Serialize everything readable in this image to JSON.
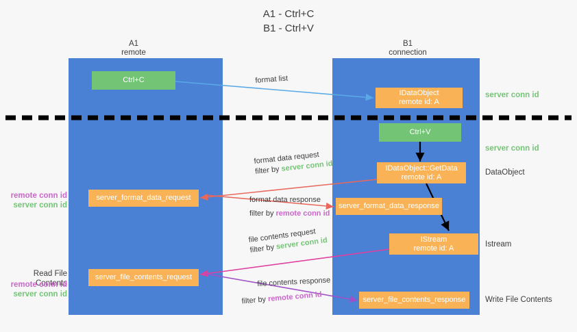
{
  "title": {
    "line1": "A1 - Ctrl+C",
    "line2": "B1 - Ctrl+V"
  },
  "colors": {
    "lane": "#4a81d4",
    "green_box": "#74c476",
    "orange_box": "#f9b356",
    "green_text": "#74c476",
    "purple_text": "#cc66cc",
    "background": "#f7f7f7",
    "divider": "#000000",
    "arrow_blue": "#5aa9e6",
    "arrow_red": "#e8685d",
    "arrow_pink": "#e040a0",
    "arrow_purple": "#a050c8",
    "arrow_black": "#000000"
  },
  "lanes": [
    {
      "name": "A1",
      "sub": "remote"
    },
    {
      "name": "B1",
      "sub": "connection"
    }
  ],
  "boxes": {
    "ctrl_c": {
      "line1": "Ctrl+C",
      "line2": ""
    },
    "ctrl_v": {
      "line1": "Ctrl+V",
      "line2": ""
    },
    "idataobject": {
      "line1": "IDataObject",
      "line2": "remote id: A"
    },
    "getdata": {
      "line1": "IDataObject::GetData",
      "line2": "remote id: A"
    },
    "istream": {
      "line1": "IStream",
      "line2": "remote id: A"
    },
    "server_format_data_request": {
      "line1": "server_format_data_request",
      "line2": ""
    },
    "server_format_data_response": {
      "line1": "server_format_data_response",
      "line2": ""
    },
    "server_file_contents_request": {
      "line1": "server_file_contents_request",
      "line2": ""
    },
    "server_file_contents_response": {
      "line1": "server_file_contents_response",
      "line2": ""
    }
  },
  "right_labels": {
    "server_conn_id_1": "server conn id",
    "server_conn_id_2": "server conn id",
    "dataobject": "DataObject",
    "istream": "Istream",
    "write_file_contents": "Write File Contents"
  },
  "left_labels": {
    "remote_conn_id_1": "remote conn id",
    "server_conn_id_1": "server conn id",
    "read_file_contents": "Read File Contents",
    "remote_conn_id_2": "remote conn id",
    "server_conn_id_2": "server conn id"
  },
  "annotations": {
    "format_list": "format list",
    "format_data_request": "format data request",
    "format_data_request_filter_prefix": "filter by ",
    "format_data_request_filter_key": "server conn id",
    "format_data_response": "format data response",
    "format_data_response_filter_prefix": "filter by ",
    "format_data_response_filter_key": "remote conn id",
    "file_contents_request": "file contents request",
    "file_contents_request_filter_prefix": "filter by ",
    "file_contents_request_filter_key": "server conn id",
    "file_contents_response": "file contents response",
    "file_contents_response_filter_prefix": "filter by ",
    "file_contents_response_filter_key": "remote conn id"
  }
}
